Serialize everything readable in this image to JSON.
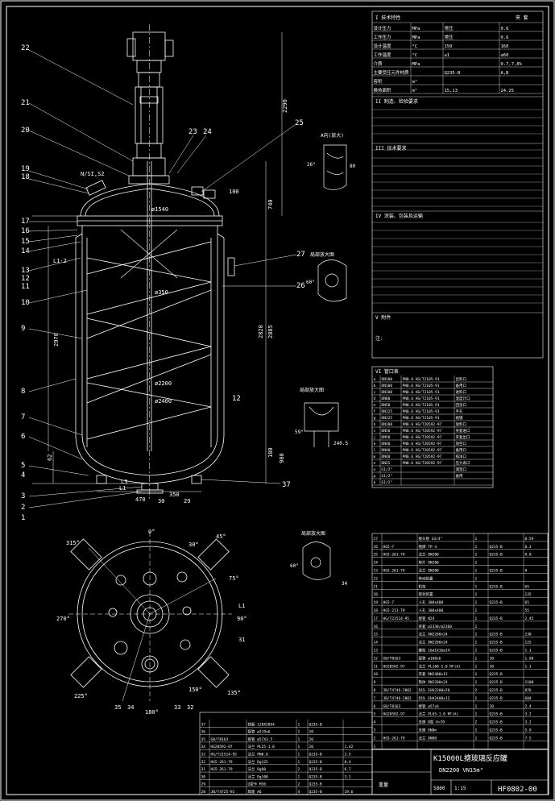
{
  "drawing": {
    "number": "HF0802-00",
    "title_line1": "K15000L搪玻璃反应罐",
    "title_line2": "DN2200 VN15m³",
    "weight_label": "重量",
    "weight_value": "5860",
    "scale_value": "1:15"
  },
  "front_view": {
    "part_callouts": [
      "22",
      "21",
      "20",
      "19",
      "18",
      "17",
      "16",
      "15",
      "14",
      "13",
      "12",
      "11",
      "10",
      "9",
      "8",
      "7",
      "6",
      "5",
      "4",
      "3",
      "2",
      "1"
    ],
    "part_callouts_right": [
      "23",
      "24",
      "25",
      "27",
      "26",
      "12",
      "37"
    ],
    "dims": {
      "overall_height": "2290",
      "top_dim": "ø1540",
      "shaft_dim": "ø350",
      "inner_dim": "ø2200",
      "inner_dim2": "ø2400",
      "height1": "2970",
      "height2": "2820",
      "height3": "2885",
      "nozzle_label": "N/SI,S2",
      "nozzle_dim": "100",
      "dim_740": "740",
      "dim_180": "180",
      "dim_980": "980",
      "dim_62": "62",
      "dim_470": "470",
      "dim_30": "30",
      "dim_350": "350",
      "dim_29": "29",
      "label_l1": "L1",
      "label_l2": "L1-2",
      "label_l3": "L3"
    }
  },
  "plan_view": {
    "angles": [
      "0°",
      "30°",
      "315°",
      "45°",
      "75°",
      "270°",
      "90°",
      "225°",
      "180°",
      "135°",
      "150°"
    ],
    "callouts": [
      "35",
      "34",
      "33",
      "32",
      "31",
      "L1"
    ]
  },
  "details": {
    "detail_a_title": "A向(放大)",
    "detail_b_title": "局部放大图",
    "detail_c_title": "局部放大图",
    "detail_d_title": "局部放大图",
    "angle_26": "26°",
    "angle_60": "60°",
    "angle_59": "59°",
    "angle_60b": "60°",
    "dim_80": "80",
    "dim_240": "240.5",
    "dim_34": "34"
  },
  "tech_table": {
    "title": "I 技术特性",
    "header_right": "夹 套",
    "rows": [
      {
        "label": "设计压力",
        "unit": "MPa",
        "c1": "常压",
        "c2": "0.6"
      },
      {
        "label": "工作压力",
        "unit": "MPa",
        "c1": "常压",
        "c2": "0.6"
      },
      {
        "label": "设计温度",
        "unit": "°C",
        "c1": "150",
        "c2": "160"
      },
      {
        "label": "工作温度",
        "unit": "°C",
        "c1": "≤1",
        "c2": "≤60"
      },
      {
        "label": "介质",
        "unit": "MPa",
        "c1": "",
        "c2": "0.7,7,8%"
      },
      {
        "label": "主要受压元件材质",
        "unit": "",
        "c1": "Q235-B",
        "c2": "A,B"
      },
      {
        "label": "容积",
        "unit": "m³",
        "c1": "",
        "c2": ""
      },
      {
        "label": "换热面积",
        "unit": "m²",
        "c1": "15,13",
        "c2": "24.25"
      }
    ],
    "section2": "II 制造、检验要求",
    "section3": "III 技术要求",
    "section4": "IV 涂装、包装及运输",
    "section5": "V 附件",
    "notes_label": "注:"
  },
  "nozzle_table": {
    "title": "VI 管口表",
    "rows": [
      {
        "mark": "a",
        "size": "DN100",
        "std": "PN0.6 HG/T2105-91",
        "purpose": "出料口"
      },
      {
        "mark": "b",
        "size": "DN100",
        "std": "PN0.6 HG/T2105-91",
        "purpose": "备用口"
      },
      {
        "mark": "c",
        "size": "DN100",
        "std": "PN0.6 HG/T2105-91",
        "purpose": "进料口"
      },
      {
        "mark": "d",
        "size": "DN80",
        "std": "PN0.6 HG/T2105-91",
        "purpose": "温度计口"
      },
      {
        "mark": "e",
        "size": "DN50",
        "std": "PN0.6 HG/T2105-91",
        "purpose": "回流口"
      },
      {
        "mark": "f",
        "size": "DN125",
        "std": "PN0.6 HG/T2105-91",
        "purpose": "手孔"
      },
      {
        "mark": "g",
        "size": "DN125",
        "std": "PN0.6 HG/T2105-91",
        "purpose": "视镜"
      },
      {
        "mark": "h",
        "size": "DN100",
        "std": "PN0.6 HG/T20592-97",
        "purpose": "放料口"
      },
      {
        "mark": "i",
        "size": "DN50",
        "std": "PN0.6 HG/T20592-97",
        "purpose": "夹套进口"
      },
      {
        "mark": "j",
        "size": "DN50",
        "std": "PN0.6 HG/T20592-97",
        "purpose": "夹套出口"
      },
      {
        "mark": "k",
        "size": "DN40",
        "std": "PN0.6 HG/T20592-97",
        "purpose": "放空口"
      },
      {
        "mark": "l",
        "size": "DN40",
        "std": "PN0.6 HG/T20592-97",
        "purpose": "备用口"
      },
      {
        "mark": "m",
        "size": "DN40",
        "std": "PN0.6 HG/T20592-97",
        "purpose": "排净口"
      },
      {
        "mark": "n",
        "size": "DN25",
        "std": "PN0.6 HG/T20592-97",
        "purpose": "压力表口"
      },
      {
        "mark": "o",
        "size": "G1/2\"",
        "std": "",
        "purpose": "测温口"
      },
      {
        "mark": "p",
        "size": "G1/2\"",
        "std": "",
        "purpose": "备用"
      },
      {
        "mark": "k",
        "size": "G1/2\"",
        "std": "",
        "purpose": ""
      }
    ]
  },
  "parts_list_right": {
    "rows": [
      {
        "no": "27",
        "code": "",
        "name": "接头管 G3/4\"",
        "qty": "1",
        "mat": "",
        "wt": "0.59"
      },
      {
        "no": "26",
        "code": "HG5-7",
        "name": "铭牌 TP-4",
        "qty": "1",
        "mat": "Q235-B",
        "wt": "0.3"
      },
      {
        "no": "25",
        "code": "HG5-261-79",
        "name": "法兰 DN200",
        "qty": "1",
        "mat": "Q235-B",
        "wt": "9.0"
      },
      {
        "no": "24",
        "code": "",
        "name": "垫片 DN200",
        "qty": "1",
        "mat": "",
        "wt": ""
      },
      {
        "no": "23",
        "code": "HG5-261-79",
        "name": "法兰 DN200",
        "qty": "1",
        "mat": "Q235-B",
        "wt": "9"
      },
      {
        "no": "22",
        "code": "",
        "name": "传动装置",
        "qty": "1",
        "mat": "",
        "wt": ""
      },
      {
        "no": "21",
        "code": "",
        "name": "机架",
        "qty": "1",
        "mat": "Q235-B",
        "wt": "65"
      },
      {
        "no": "20",
        "code": "",
        "name": "密封装置",
        "qty": "1",
        "mat": "",
        "wt": "135"
      },
      {
        "no": "19",
        "code": "HG5-7",
        "name": "人孔 300x400",
        "qty": "1",
        "mat": "Q235-B",
        "wt": "65"
      },
      {
        "no": "18",
        "code": "HG5-211-79",
        "name": "人孔 300x400",
        "qty": "1",
        "mat": "",
        "wt": "55"
      },
      {
        "no": "17",
        "code": "HG/T21514-95",
        "name": "接管 N24",
        "qty": "1",
        "mat": "Q235-B",
        "wt": "2.45"
      },
      {
        "no": "16",
        "code": "",
        "name": "夹套 ø2338/ø2360",
        "qty": "1",
        "mat": "",
        "wt": ""
      },
      {
        "no": "15",
        "code": "",
        "name": "法兰 DN2200x24",
        "qty": "1",
        "mat": "Q235-B",
        "wt": "230"
      },
      {
        "no": "14",
        "code": "",
        "name": "法兰 DN2200x24",
        "qty": "1",
        "mat": "Q235-B",
        "wt": "125"
      },
      {
        "no": "13",
        "code": "",
        "name": "螺栓 16ø1X16ø14",
        "qty": "1",
        "mat": "Q235-B",
        "wt": "1.1"
      },
      {
        "no": "12",
        "code": "GB/T8163",
        "name": "接管 ø108x6",
        "qty": "1",
        "mat": "20",
        "wt": "1.96"
      },
      {
        "no": "11",
        "code": "HG20592-97",
        "name": "法兰 PL100-1.0 RF(A)",
        "qty": "1",
        "mat": "20",
        "wt": "1.1"
      },
      {
        "no": "10",
        "code": "",
        "name": "夹套 DN2400x12",
        "qty": "1",
        "mat": "Q235-B",
        "wt": ""
      },
      {
        "no": "9",
        "code": "",
        "name": "筒体 DN2200x24",
        "qty": "1",
        "mat": "Q235-B",
        "wt": "1100"
      },
      {
        "no": "8",
        "code": "JB/T4746-2002",
        "name": "封头 EHA2200x20",
        "qty": "2",
        "mat": "Q235-B",
        "wt": "876"
      },
      {
        "no": "7",
        "code": "JB/T4746-2002",
        "name": "封头 EHA2400x12",
        "qty": "1",
        "mat": "Q235-B",
        "wt": "604"
      },
      {
        "no": "6",
        "code": "GB/T8163",
        "name": "接管 ø57x6",
        "qty": "1",
        "mat": "20",
        "wt": "2.4"
      },
      {
        "no": "5",
        "code": "HG20592-97",
        "name": "法兰 PL65-1.0 RF(A)",
        "qty": "1",
        "mat": "Q235-B",
        "wt": "3.2"
      },
      {
        "no": "4",
        "code": "",
        "name": "支座 B型 H=70",
        "qty": "2",
        "mat": "Q235-B",
        "wt": "3.2"
      },
      {
        "no": "3",
        "code": "",
        "name": "支座 DN8m",
        "qty": "1",
        "mat": "Q235-B",
        "wt": "5.9"
      },
      {
        "no": "2",
        "code": "HG5-261-79",
        "name": "法兰 DN80",
        "qty": "1",
        "mat": "Q235-B",
        "wt": "7.5"
      },
      {
        "no": "1",
        "code": "",
        "name": "",
        "qty": "",
        "mat": "",
        "wt": ""
      }
    ]
  },
  "parts_list_left": {
    "rows": [
      {
        "no": "37",
        "code": "",
        "name": "挡板 120X20X4",
        "qty": "1",
        "mat": "Q235-B",
        "wt": ""
      },
      {
        "no": "36",
        "code": "",
        "name": "接管 ø219x6",
        "qty": "1",
        "mat": "20",
        "wt": ""
      },
      {
        "no": "35",
        "code": "GB/T8163",
        "name": "接管 ø57X3.5",
        "qty": "1",
        "mat": "20",
        "wt": ""
      },
      {
        "no": "34",
        "code": "HG20592-97",
        "name": "法兰 PL25-1.0",
        "qty": "1",
        "mat": "20",
        "wt": "1.42"
      },
      {
        "no": "33",
        "code": "HG/T21514-95",
        "name": "法兰 PN0.6",
        "qty": "1",
        "mat": "Q235-B",
        "wt": "2.5"
      },
      {
        "no": "32",
        "code": "HG5-261-79",
        "name": "法兰 Dg125",
        "qty": "1",
        "mat": "Q235-B",
        "wt": "8.4"
      },
      {
        "no": "31",
        "code": "HG5-261-79",
        "name": "法兰 Dg80",
        "qty": "2",
        "mat": "Q235-B",
        "wt": "6.7"
      },
      {
        "no": "30",
        "code": "",
        "name": "法兰 Dg100",
        "qty": "1",
        "mat": "Q235-B",
        "wt": "3.1"
      },
      {
        "no": "29",
        "code": "",
        "name": "U型卡 M36",
        "qty": "2",
        "mat": "Q235-B",
        "wt": ""
      },
      {
        "no": "28",
        "code": "JB/T4725-92",
        "name": "耳座 A6",
        "qty": "4",
        "mat": "Q235-B",
        "wt": "19.6"
      }
    ]
  }
}
